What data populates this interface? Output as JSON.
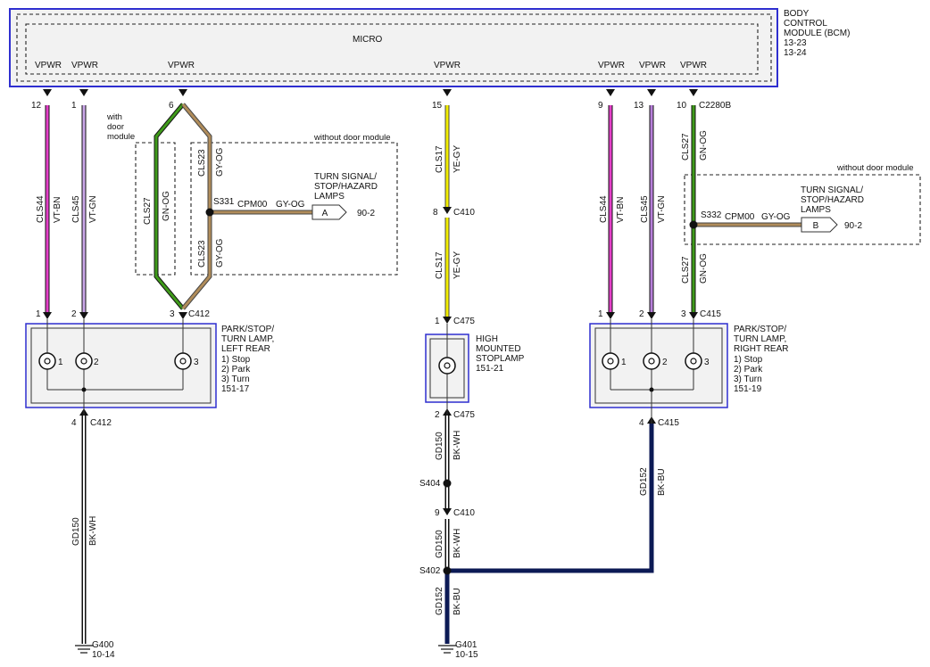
{
  "bcm": {
    "title_lines": [
      "BODY",
      "CONTROL",
      "MODULE (BCM)",
      "13-23",
      "13-24"
    ],
    "micro_label": "MICRO",
    "pin_label": "VPWR"
  },
  "connectors": {
    "c2280b": "C2280B",
    "c412": "C412",
    "c410": "C410",
    "c475": "C475",
    "c415": "C415"
  },
  "splices": {
    "s331": "S331",
    "s332": "S332",
    "s404": "S404",
    "s402": "S402"
  },
  "notes": {
    "with_door_module": [
      "with",
      "door",
      "module"
    ],
    "without_door_module": "without door module"
  },
  "pins": {
    "p12": "12",
    "p1": "1",
    "p6": "6",
    "p15": "15",
    "p8": "8",
    "p9": "9",
    "p13": "13",
    "p10": "10",
    "p2": "2",
    "p3": "3",
    "p4": "4"
  },
  "circuits": {
    "cls44": "CLS44",
    "cls45": "CLS45",
    "cls27": "CLS27",
    "cls23": "CLS23",
    "cls17": "CLS17",
    "cpm00": "CPM00",
    "gd150": "GD150",
    "gd152": "GD152"
  },
  "wire_colors": {
    "vt_bn": "VT-BN",
    "vt_gn": "VT-GN",
    "gn_og": "GN-OG",
    "gy_og": "GY-OG",
    "ye_gy": "YE-GY",
    "bk_wh": "BK-WH",
    "bk_bu": "BK-BU"
  },
  "turn_signal_lamps": [
    "TURN SIGNAL/",
    "STOP/HAZARD",
    "LAMPS"
  ],
  "offpage": {
    "a_label": "A",
    "a_ref": "90-2",
    "b_label": "B",
    "b_ref": "90-2"
  },
  "left_lamp": {
    "lines": [
      "PARK/STOP/",
      "TURN LAMP,",
      "LEFT REAR",
      "1) Stop",
      "2) Park",
      "3) Turn",
      "151-17"
    ]
  },
  "right_lamp": {
    "lines": [
      "PARK/STOP/",
      "TURN LAMP,",
      "RIGHT REAR",
      "1) Stop",
      "2) Park",
      "3) Turn",
      "151-19"
    ]
  },
  "high_mount": {
    "lines": [
      "HIGH",
      "MOUNTED",
      "STOPLAMP",
      "151-21"
    ]
  },
  "grounds": {
    "g400": "G400",
    "g400_ref": "10-14",
    "g401": "G401",
    "g401_ref": "10-15"
  },
  "colors": {
    "module_border": "#2f2fd0",
    "pink": "#e33fc8",
    "violet": "#b67fd9",
    "green": "#3f9a1a",
    "tan": "#b08c5a",
    "yellow": "#e8e000",
    "black": "#111111",
    "navy": "#0c1a55"
  }
}
